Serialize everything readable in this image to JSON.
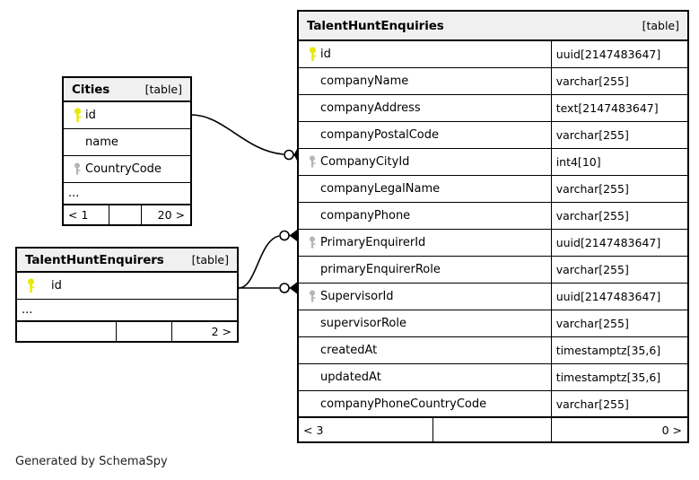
{
  "diagram": {
    "credit": "Generated by SchemaSpy",
    "table_tag": "[table]",
    "ellipsis": "...",
    "colors": {
      "pk_key": "#e8e80d",
      "fk_key": "#b5b5b5",
      "header_bg": "#f0f0f0",
      "border": "#000000",
      "background": "#ffffff"
    }
  },
  "tables": [
    {
      "id": "talent-hunt-enquiries",
      "name": "TalentHuntEnquiries",
      "tag": "[table]",
      "columns": [
        {
          "name": "id",
          "type": "uuid[2147483647]",
          "key": "pk"
        },
        {
          "name": "companyName",
          "type": "varchar[255]",
          "key": "none"
        },
        {
          "name": "companyAddress",
          "type": "text[2147483647]",
          "key": "none"
        },
        {
          "name": "companyPostalCode",
          "type": "varchar[255]",
          "key": "none"
        },
        {
          "name": "CompanyCityId",
          "type": "int4[10]",
          "key": "fk"
        },
        {
          "name": "companyLegalName",
          "type": "varchar[255]",
          "key": "none"
        },
        {
          "name": "companyPhone",
          "type": "varchar[255]",
          "key": "none"
        },
        {
          "name": "PrimaryEnquirerId",
          "type": "uuid[2147483647]",
          "key": "fk"
        },
        {
          "name": "primaryEnquirerRole",
          "type": "varchar[255]",
          "key": "none"
        },
        {
          "name": "SupervisorId",
          "type": "uuid[2147483647]",
          "key": "fk"
        },
        {
          "name": "supervisorRole",
          "type": "varchar[255]",
          "key": "none"
        },
        {
          "name": "createdAt",
          "type": "timestamptz[35,6]",
          "key": "none"
        },
        {
          "name": "updatedAt",
          "type": "timestamptz[35,6]",
          "key": "none"
        },
        {
          "name": "companyPhoneCountryCode",
          "type": "varchar[255]",
          "key": "none"
        }
      ],
      "has_ellipsis_row": false,
      "footer": {
        "left": "< 3",
        "middle": "",
        "right": "0 >"
      }
    },
    {
      "id": "cities",
      "name": "Cities",
      "tag": "[table]",
      "columns": [
        {
          "name": "id",
          "type": "",
          "key": "pk"
        },
        {
          "name": "name",
          "type": "",
          "key": "none"
        },
        {
          "name": "CountryCode",
          "type": "",
          "key": "fk"
        }
      ],
      "has_ellipsis_row": true,
      "footer": {
        "left": "< 1",
        "middle": "",
        "right": "20 >"
      }
    },
    {
      "id": "talent-hunt-enquirers",
      "name": "TalentHuntEnquirers",
      "tag": "[table]",
      "columns": [
        {
          "name": "id",
          "type": "",
          "key": "pk"
        }
      ],
      "has_ellipsis_row": true,
      "footer": {
        "left": "",
        "middle": "",
        "right": "2 >"
      }
    }
  ],
  "relationships": [
    {
      "id": "cities-to-companycityid",
      "from": "Cities.id",
      "to": "TalentHuntEnquiries.CompanyCityId",
      "from_cardinality": "one",
      "to_cardinality": "zero-or-many"
    },
    {
      "id": "enquirers-to-primaryenquirerid",
      "from": "TalentHuntEnquirers.id",
      "to": "TalentHuntEnquiries.PrimaryEnquirerId",
      "from_cardinality": "one",
      "to_cardinality": "zero-or-many"
    },
    {
      "id": "enquirers-to-supervisorid",
      "from": "TalentHuntEnquirers.id",
      "to": "TalentHuntEnquiries.SupervisorId",
      "from_cardinality": "one",
      "to_cardinality": "zero-or-many"
    }
  ]
}
